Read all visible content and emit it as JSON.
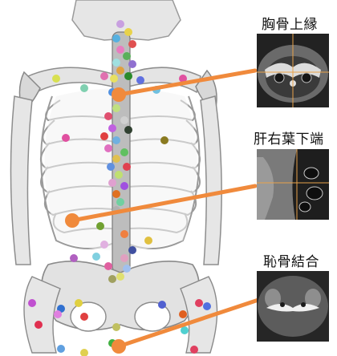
{
  "labels": {
    "sternum_top": "胸骨上縁",
    "liver_bottom": "肝右葉下端",
    "pubic_symphysis": "恥骨結合"
  },
  "colors": {
    "connector": "#f08a3c",
    "bone": "#d9d9d9",
    "background": "#ffffff",
    "ct_panel": "#1a1a1a",
    "crosshair": "#e8a24a"
  }
}
